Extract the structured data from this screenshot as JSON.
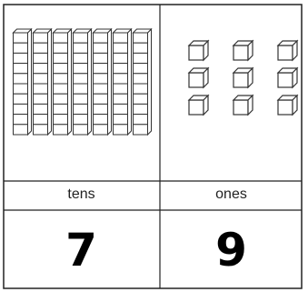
{
  "place_value_chart": {
    "columns": [
      {
        "label": "tens",
        "value": "7",
        "block_count": 7,
        "block_kind": "rod"
      },
      {
        "label": "ones",
        "value": "9",
        "block_count": 9,
        "block_kind": "unit-cube"
      }
    ]
  },
  "colors": {
    "line": "#222222",
    "block_stroke": "#333333",
    "block_fill": "#ffffff",
    "text": "#000000"
  }
}
